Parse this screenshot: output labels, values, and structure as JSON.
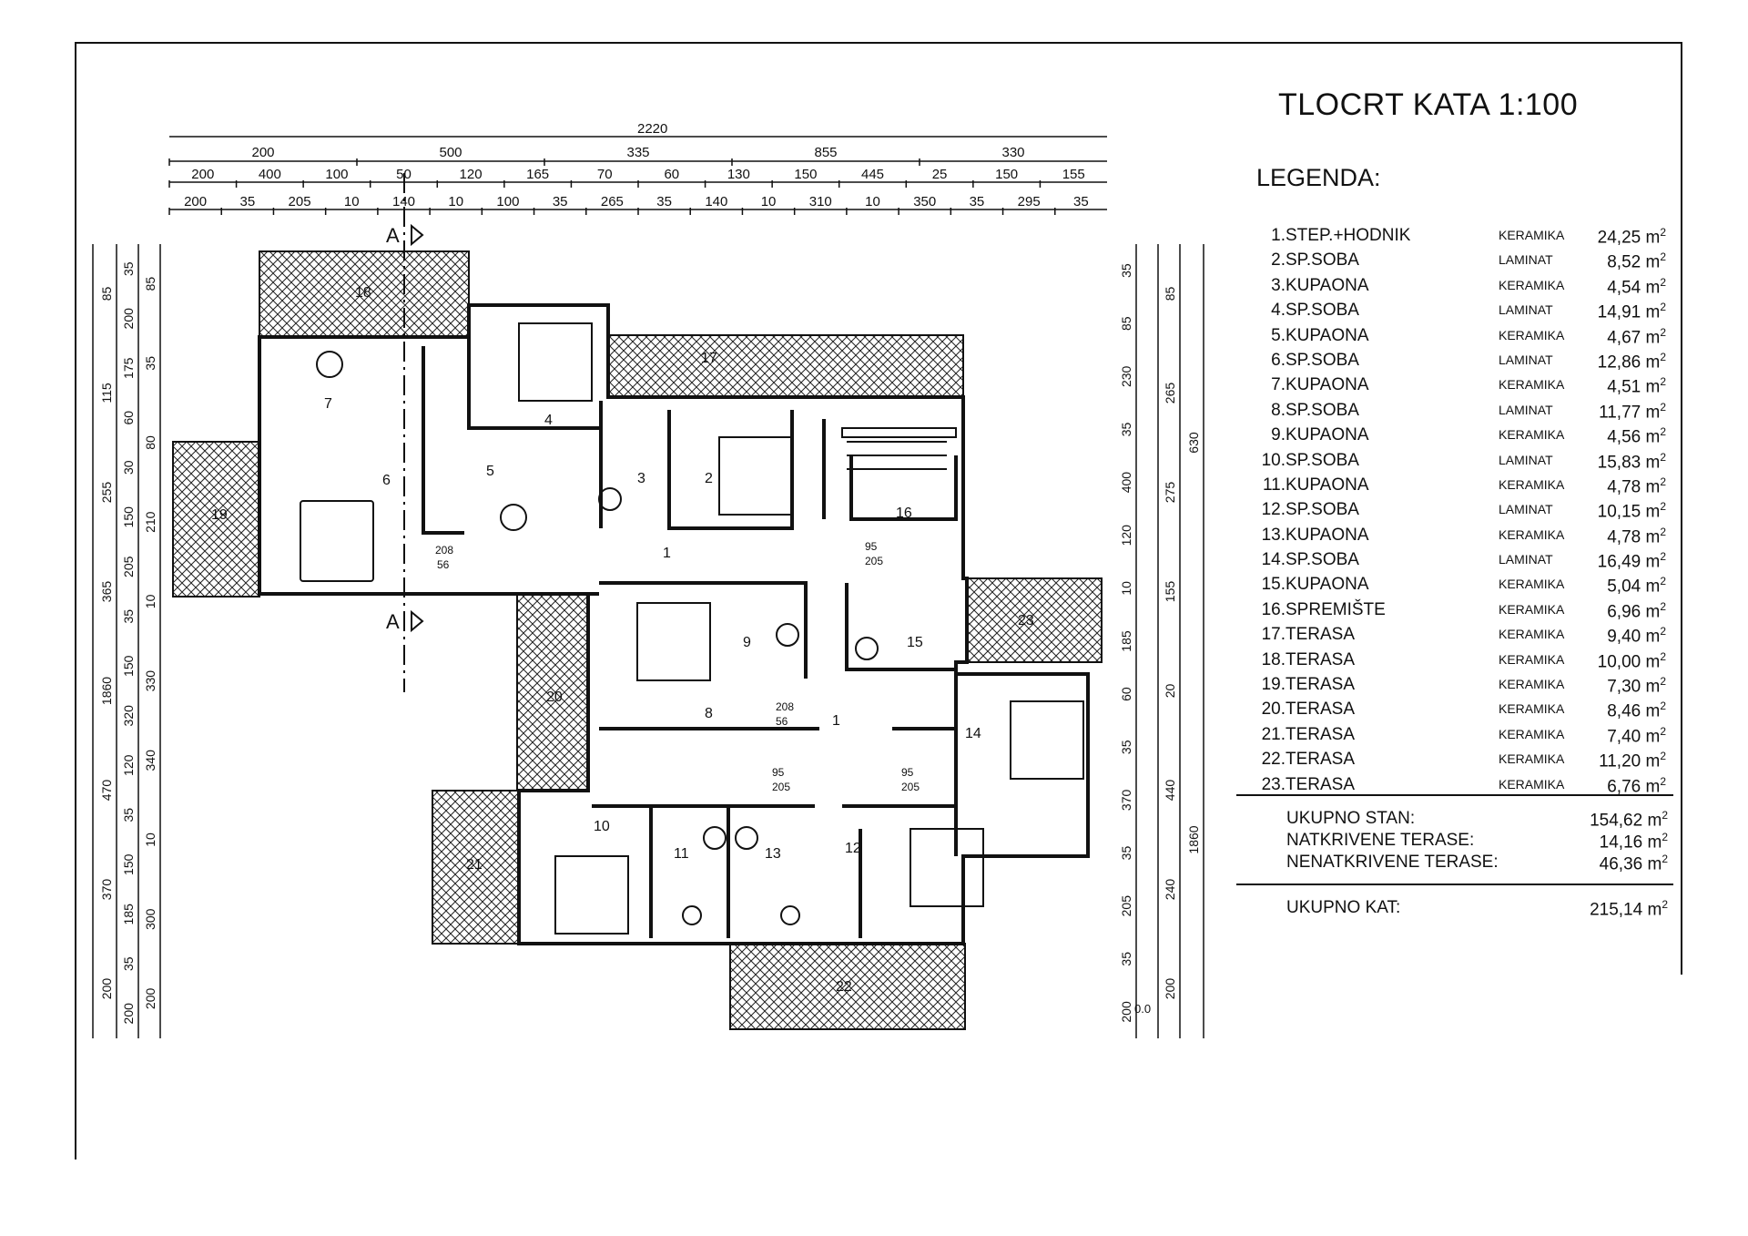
{
  "title": "TLOCRT KATA 1:100",
  "legend_title": "LEGENDA:",
  "legend": [
    {
      "num": "1.",
      "name": "STEP.+HODNIK",
      "material": "KERAMIKA",
      "area": "24,25 m",
      "unit_exp": "2"
    },
    {
      "num": "2.",
      "name": "SP.SOBA",
      "material": "LAMINAT",
      "area": "8,52 m",
      "unit_exp": "2"
    },
    {
      "num": "3.",
      "name": "KUPAONA",
      "material": "KERAMIKA",
      "area": "4,54 m",
      "unit_exp": "2"
    },
    {
      "num": "4.",
      "name": "SP.SOBA",
      "material": "LAMINAT",
      "area": "14,91 m",
      "unit_exp": "2"
    },
    {
      "num": "5.",
      "name": "KUPAONA",
      "material": "KERAMIKA",
      "area": "4,67 m",
      "unit_exp": "2"
    },
    {
      "num": "6.",
      "name": "SP.SOBA",
      "material": "LAMINAT",
      "area": "12,86 m",
      "unit_exp": "2"
    },
    {
      "num": "7.",
      "name": "KUPAONA",
      "material": "KERAMIKA",
      "area": "4,51 m",
      "unit_exp": "2"
    },
    {
      "num": "8.",
      "name": "SP.SOBA",
      "material": "LAMINAT",
      "area": "11,77 m",
      "unit_exp": "2"
    },
    {
      "num": "9.",
      "name": "KUPAONA",
      "material": "KERAMIKA",
      "area": "4,56 m",
      "unit_exp": "2"
    },
    {
      "num": "10.",
      "name": "SP.SOBA",
      "material": "LAMINAT",
      "area": "15,83 m",
      "unit_exp": "2"
    },
    {
      "num": "11.",
      "name": "KUPAONA",
      "material": "KERAMIKA",
      "area": "4,78 m",
      "unit_exp": "2"
    },
    {
      "num": "12.",
      "name": "SP.SOBA",
      "material": "LAMINAT",
      "area": "10,15 m",
      "unit_exp": "2"
    },
    {
      "num": "13.",
      "name": "KUPAONA",
      "material": "KERAMIKA",
      "area": "4,78 m",
      "unit_exp": "2"
    },
    {
      "num": "14.",
      "name": "SP.SOBA",
      "material": "LAMINAT",
      "area": "16,49 m",
      "unit_exp": "2"
    },
    {
      "num": "15.",
      "name": "KUPAONA",
      "material": "KERAMIKA",
      "area": "5,04 m",
      "unit_exp": "2"
    },
    {
      "num": "16.",
      "name": "SPREMIŠTE",
      "material": "KERAMIKA",
      "area": "6,96 m",
      "unit_exp": "2"
    },
    {
      "num": "17.",
      "name": "TERASA",
      "material": "KERAMIKA",
      "area": "9,40 m",
      "unit_exp": "2"
    },
    {
      "num": "18.",
      "name": "TERASA",
      "material": "KERAMIKA",
      "area": "10,00 m",
      "unit_exp": "2"
    },
    {
      "num": "19.",
      "name": "TERASA",
      "material": "KERAMIKA",
      "area": "7,30 m",
      "unit_exp": "2"
    },
    {
      "num": "20.",
      "name": "TERASA",
      "material": "KERAMIKA",
      "area": "8,46 m",
      "unit_exp": "2"
    },
    {
      "num": "21.",
      "name": "TERASA",
      "material": "KERAMIKA",
      "area": "7,40 m",
      "unit_exp": "2"
    },
    {
      "num": "22.",
      "name": "TERASA",
      "material": "KERAMIKA",
      "area": "11,20 m",
      "unit_exp": "2"
    },
    {
      "num": "23.",
      "name": "TERASA",
      "material": "KERAMIKA",
      "area": "6,76 m",
      "unit_exp": "2"
    }
  ],
  "totals": [
    {
      "label": "UKUPNO STAN:",
      "value": "154,62 m",
      "unit_exp": "2"
    },
    {
      "label": "NATKRIVENE TERASE:",
      "value": "14,16 m",
      "unit_exp": "2"
    },
    {
      "label": "NENATKRIVENE TERASE:",
      "value": "46,36 m",
      "unit_exp": "2"
    }
  ],
  "grand_total": {
    "label": "UKUPNO KAT:",
    "value": "215,14 m",
    "unit_exp": "2"
  },
  "dims": {
    "overall": "2220",
    "row1": [
      "200",
      "500",
      "335",
      "855",
      "330"
    ],
    "row2": [
      "200",
      "400",
      "100",
      "50",
      "120",
      "165",
      "70",
      "60",
      "130",
      "150",
      "445",
      "25",
      "150",
      "155"
    ],
    "row3": [
      "200",
      "35",
      "205",
      "10",
      "140",
      "10",
      "100",
      "35",
      "265",
      "35",
      "140",
      "10",
      "310",
      "10",
      "350",
      "35",
      "295",
      "35"
    ],
    "left_outer": [
      "85",
      "115",
      "255",
      "365",
      "1860",
      "470",
      "370",
      "200"
    ],
    "left_mid": [
      "35",
      "200",
      "175",
      "60",
      "30",
      "150",
      "205",
      "35",
      "150",
      "320",
      "120",
      "35",
      "150",
      "185",
      "35",
      "200"
    ],
    "left_inner": [
      "85",
      "35",
      "80",
      "210",
      "10",
      "330",
      "340",
      "10",
      "300",
      "200"
    ],
    "right_inner": [
      "35",
      "85",
      "230",
      "35",
      "400",
      "120",
      "10",
      "185",
      "60",
      "35",
      "370",
      "35",
      "205",
      "35",
      "200"
    ],
    "right_mid": [
      "85",
      "265",
      "275",
      "155",
      "20",
      "440",
      "240",
      "200"
    ],
    "right_outer": [
      "630",
      "1860"
    ],
    "door_a": "208",
    "door_b": "56",
    "door_c": "95",
    "door_d": "205"
  },
  "section_marker": "A",
  "datum": "0.0",
  "rooms": [
    "1",
    "2",
    "3",
    "4",
    "5",
    "6",
    "7",
    "8",
    "9",
    "10",
    "11",
    "12",
    "13",
    "14",
    "15",
    "16",
    "1"
  ],
  "terraces": [
    "17",
    "18",
    "19",
    "20",
    "21",
    "22",
    "23"
  ]
}
